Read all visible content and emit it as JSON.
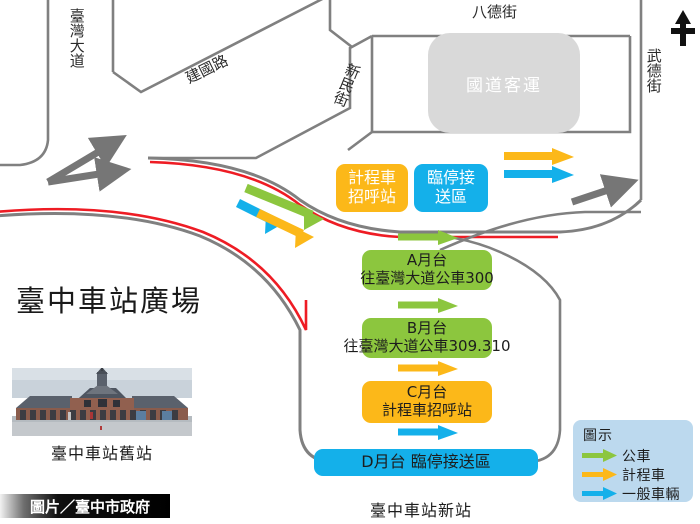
{
  "map": {
    "plaza_title": "臺中車站廣場",
    "new_station_caption": "臺中車站新站",
    "bus_terminal_label": "國道客運",
    "streets": {
      "taiwan_boulevard": "臺灣大道",
      "jianguo_road": "建國路",
      "xinmin_street": "新民街",
      "bade_street": "八德街",
      "wude_street": "武德街"
    },
    "compass": "north-arrow"
  },
  "photo": {
    "caption": "臺中車站舊站",
    "alt": "臺中車站舊站建築照片"
  },
  "watermark": {
    "text": "圖片／臺中市政府"
  },
  "callouts": {
    "taxi_stand": {
      "line1": "計程車",
      "line2": "招呼站",
      "color": "#fcb819"
    },
    "dropoff_zone": {
      "line1": "臨停接",
      "line2": "送區",
      "color": "#14b0ea"
    }
  },
  "platforms": [
    {
      "id": "A",
      "line1": "A月台",
      "line2": "往臺灣大道公車300",
      "color": "#8cc63e",
      "text_color": "#1d1d1d"
    },
    {
      "id": "B",
      "line1": "B月台",
      "line2": "往臺灣大道公車309.310",
      "color": "#8cc63e",
      "text_color": "#1d1d1d"
    },
    {
      "id": "C",
      "line1": "C月台",
      "line2": "計程車招呼站",
      "color": "#fcb819",
      "text_color": "#1d1d1d"
    },
    {
      "id": "D",
      "line1": "D月台 臨停接送區",
      "line2": "",
      "color": "#14b0ea",
      "text_color": "#1d1d1d"
    }
  ],
  "legend": {
    "title": "圖示",
    "items": [
      {
        "label": "公車",
        "color": "#8cc63e"
      },
      {
        "label": "計程車",
        "color": "#fcb819"
      },
      {
        "label": "一般車輛",
        "color": "#14b0ea"
      }
    ]
  },
  "colors": {
    "road_stroke": "#808080",
    "road_divider_red": "#ee1c24",
    "arrow_gray": "#767676",
    "bus_green": "#8cc63e",
    "taxi_amber": "#fcb819",
    "car_blue": "#14b0ea",
    "terminal_gray": "#d9d9d9",
    "legend_bg": "#bcd9ee",
    "background": "#ffffff"
  }
}
